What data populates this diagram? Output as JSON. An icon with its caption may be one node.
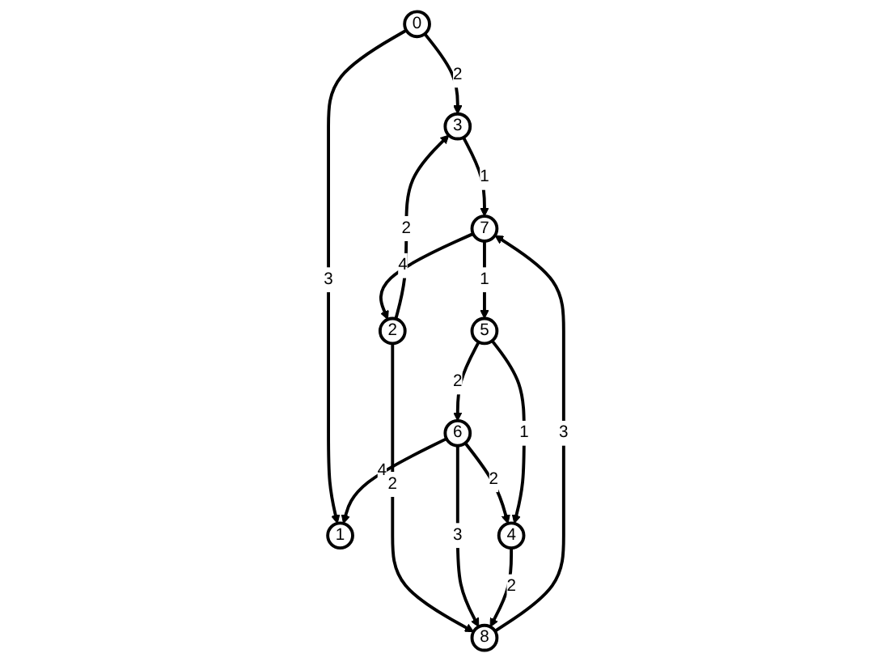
{
  "diagram": {
    "nodes": [
      {
        "text": [
          "0"
        ]
      },
      {
        "text": [
          "1"
        ]
      },
      {
        "text": [
          "2"
        ]
      },
      {
        "text": [
          "3"
        ]
      },
      {
        "text": [
          "4"
        ]
      },
      {
        "text": [
          "5"
        ]
      },
      {
        "text": [
          "6"
        ]
      },
      {
        "text": [
          "7"
        ]
      },
      {
        "text": [
          "8"
        ]
      }
    ],
    "edges": [
      {
        "from": 0,
        "to": 3,
        "arrow": "to",
        "label": "2"
      },
      {
        "from": 0,
        "to": 1,
        "arrow": "to",
        "label": "3"
      },
      {
        "from": 3,
        "to": 7,
        "arrow": "to",
        "label": "1"
      },
      {
        "from": 7,
        "to": 2,
        "arrow": "to",
        "label": "4"
      },
      {
        "from": 2,
        "to": 3,
        "arrow": "to",
        "label": "2"
      },
      {
        "from": 2,
        "to": 8,
        "arrow": "to",
        "label": "2"
      },
      {
        "from": 8,
        "to": 7,
        "arrow": "to",
        "label": "3"
      },
      {
        "from": 7,
        "to": 5,
        "arrow": "to",
        "label": "1"
      },
      {
        "from": 6,
        "to": 1,
        "arrow": "to",
        "label": "4"
      },
      {
        "from": 5,
        "to": 6,
        "arrow": "to",
        "label": "2"
      },
      {
        "from": 6,
        "to": 8,
        "arrow": "to",
        "label": "3"
      },
      {
        "from": 6,
        "to": 4,
        "arrow": "to",
        "label": "2"
      },
      {
        "from": 5,
        "to": 4,
        "arrow": "to",
        "label": "1"
      },
      {
        "from": 4,
        "to": 8,
        "arrow": "to",
        "label": "2"
      }
    ]
  }
}
